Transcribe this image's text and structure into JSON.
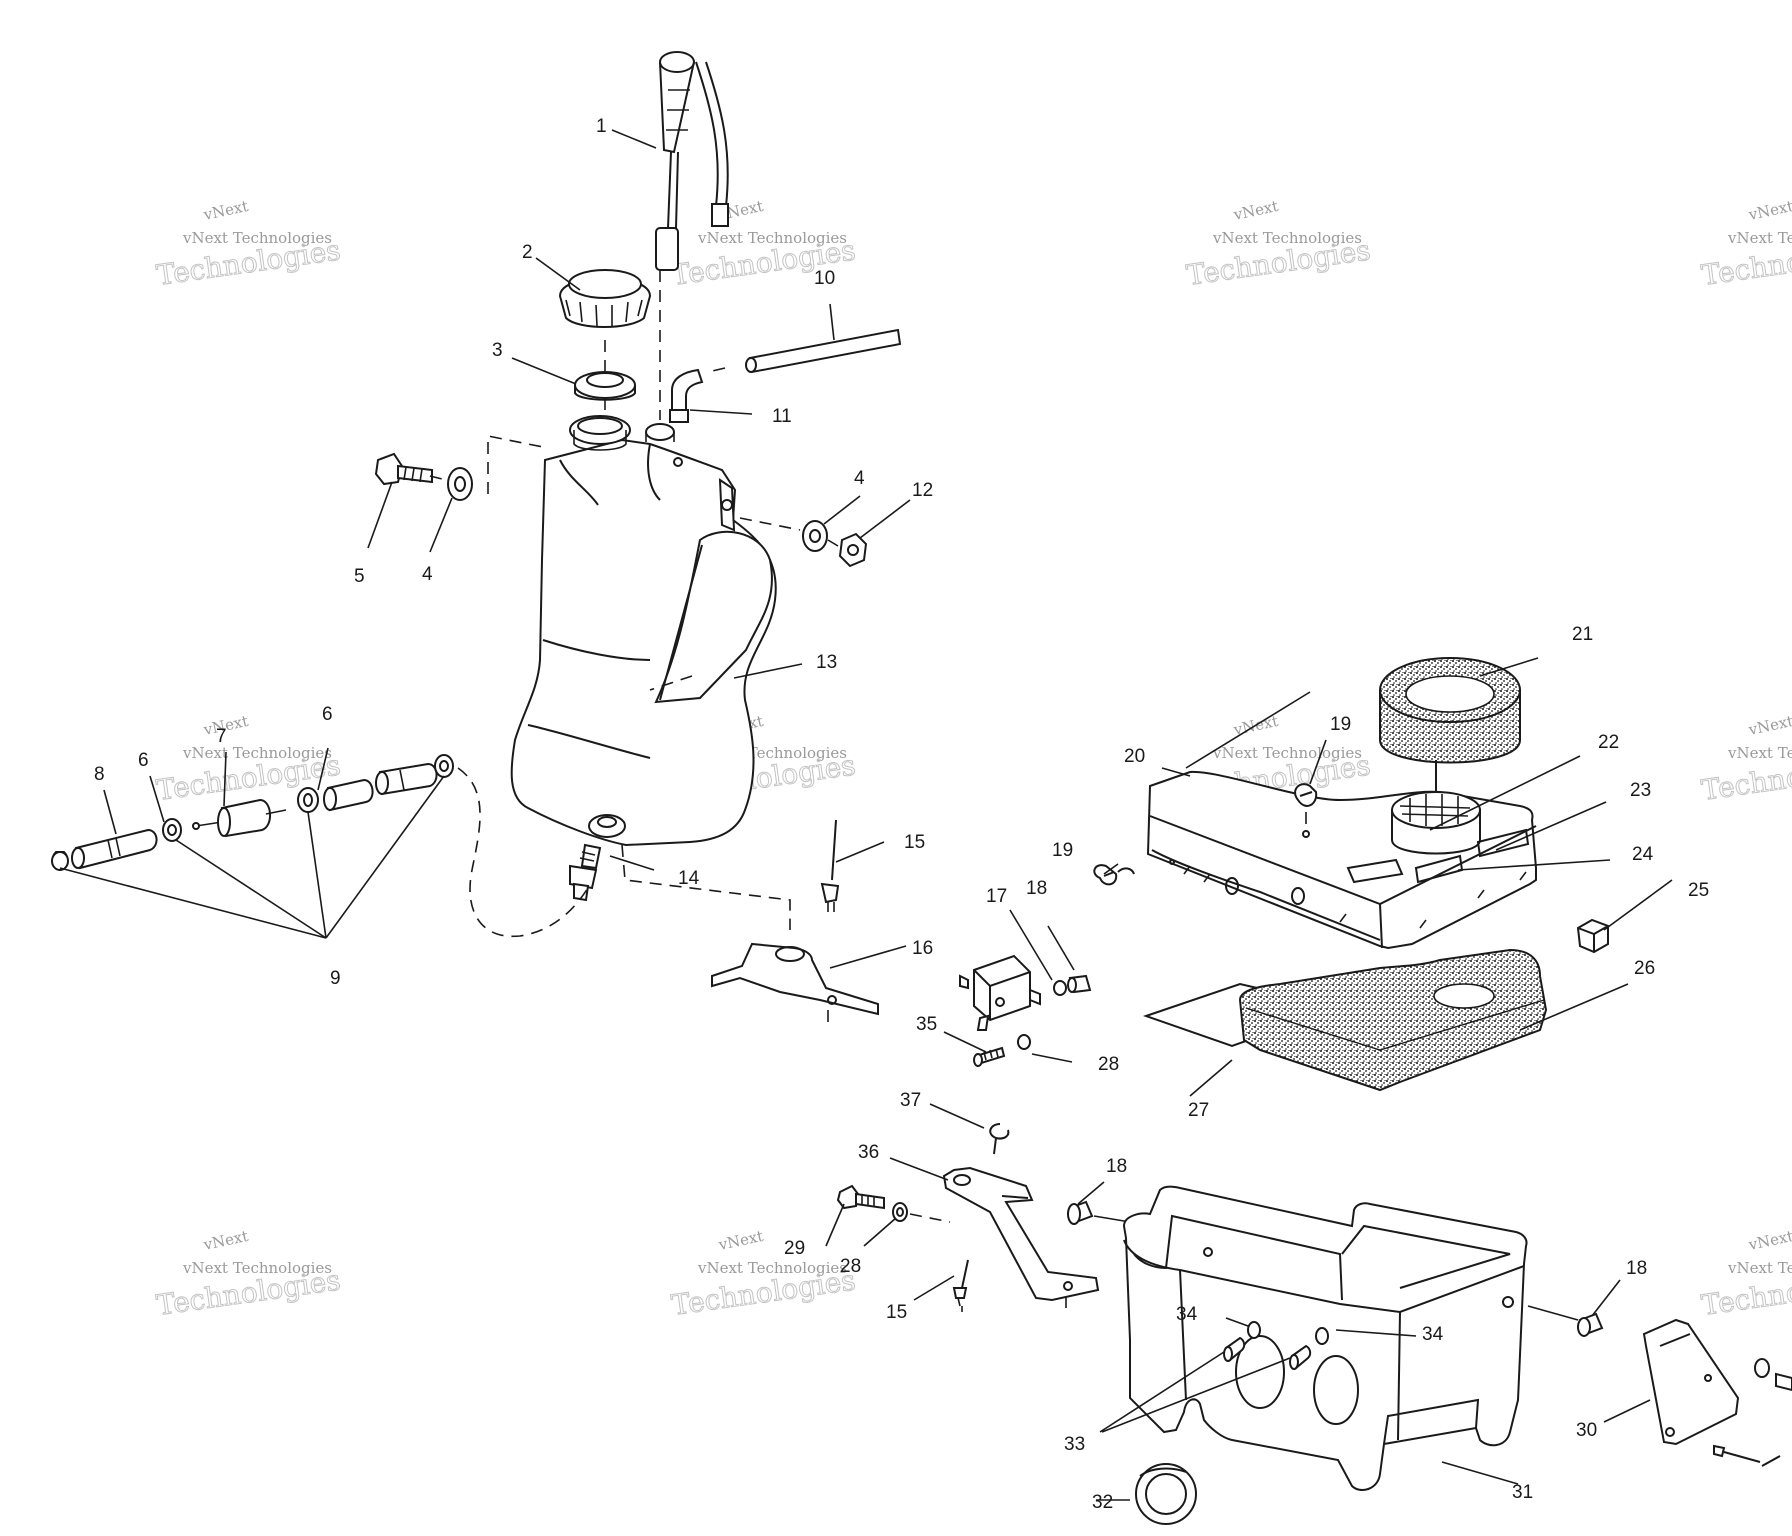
{
  "watermark": {
    "line1": "vNext",
    "line2": "vNext Technologies",
    "line3": "Technologies"
  },
  "callouts": [
    "1",
    "2",
    "3",
    "4",
    "4",
    "5",
    "6",
    "6",
    "7",
    "8",
    "9",
    "10",
    "11",
    "12",
    "13",
    "14",
    "15",
    "15",
    "16",
    "17",
    "18",
    "18",
    "18",
    "19",
    "19",
    "20",
    "21",
    "22",
    "23",
    "24",
    "25",
    "26",
    "27",
    "28",
    "28",
    "29",
    "30",
    "31",
    "32",
    "33",
    "34",
    "34",
    "35",
    "36",
    "37"
  ]
}
